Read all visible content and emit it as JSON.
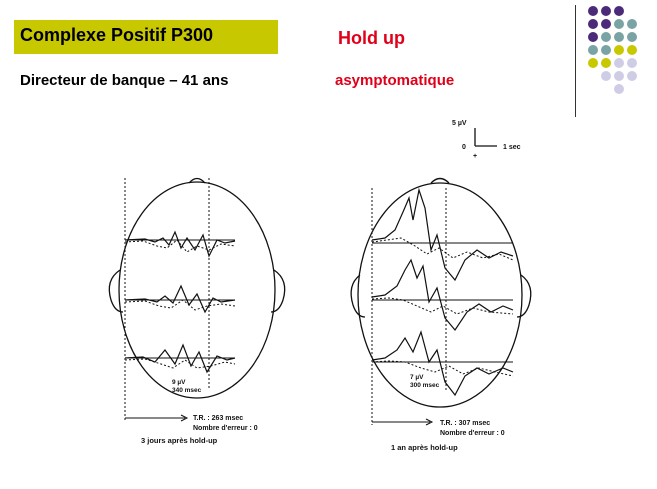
{
  "slide": {
    "title": "Complexe Positif P300",
    "tag": "Hold up",
    "subtitle": "Directeur de banque – 41 ans",
    "status": "asymptomatique"
  },
  "figure": {
    "scale_amplitude": "5 µV",
    "scale_time": "1 sec",
    "scale_zero": "0",
    "scale_plus": "+",
    "left_head": {
      "amplitude": "9 µV",
      "latency": "340 msec",
      "tr": "T.R. : 263 msec",
      "errors": "Nombre d'erreur : 0",
      "caption": "3 jours après hold-up"
    },
    "right_head": {
      "amplitude": "7 µV",
      "latency": "300 msec",
      "tr": "T.R. : 307 msec",
      "errors": "Nombre d'erreur : 0",
      "caption": "1 an après hold-up"
    }
  },
  "colors": {
    "title_bg": "#c8c800",
    "accent_red": "#e0001a",
    "dot_purple": "#4b2a7a",
    "dot_teal": "#7aa3a3",
    "dot_olive": "#c8c800",
    "dot_lavender": "#cfcde6"
  }
}
